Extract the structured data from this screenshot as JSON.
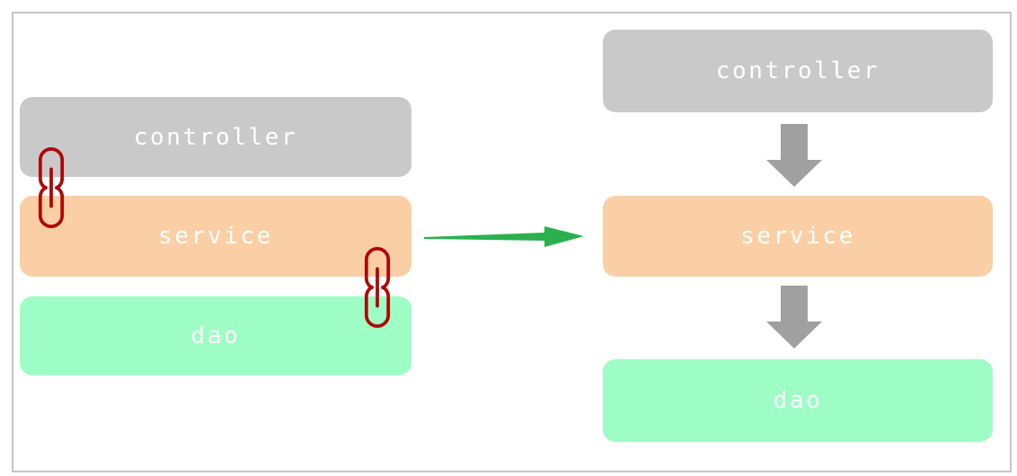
{
  "left_stack": {
    "description": "tightly coupled layers",
    "boxes": [
      {
        "id": "controller",
        "label": "controller"
      },
      {
        "id": "service",
        "label": "service"
      },
      {
        "id": "dao",
        "label": "dao"
      }
    ]
  },
  "right_stack": {
    "description": "decoupled layers with flow arrows",
    "boxes": [
      {
        "id": "controller",
        "label": "controller"
      },
      {
        "id": "service",
        "label": "service"
      },
      {
        "id": "dao",
        "label": "dao"
      }
    ]
  },
  "icons": {
    "chain_link": "chain-link-icon",
    "down_arrow": "down-arrow-icon",
    "transform_arrow": "right-arrow-icon"
  },
  "colors": {
    "controller_box": "#c9c9c9",
    "service_box": "#fbcfa5",
    "dao_box": "#9efdc5",
    "label_text": "#ffffff",
    "chain_link": "#b20404",
    "down_arrow": "#a0a0a0",
    "transform_arrow": "#2ab04e",
    "frame_border": "#c6c6c6"
  }
}
